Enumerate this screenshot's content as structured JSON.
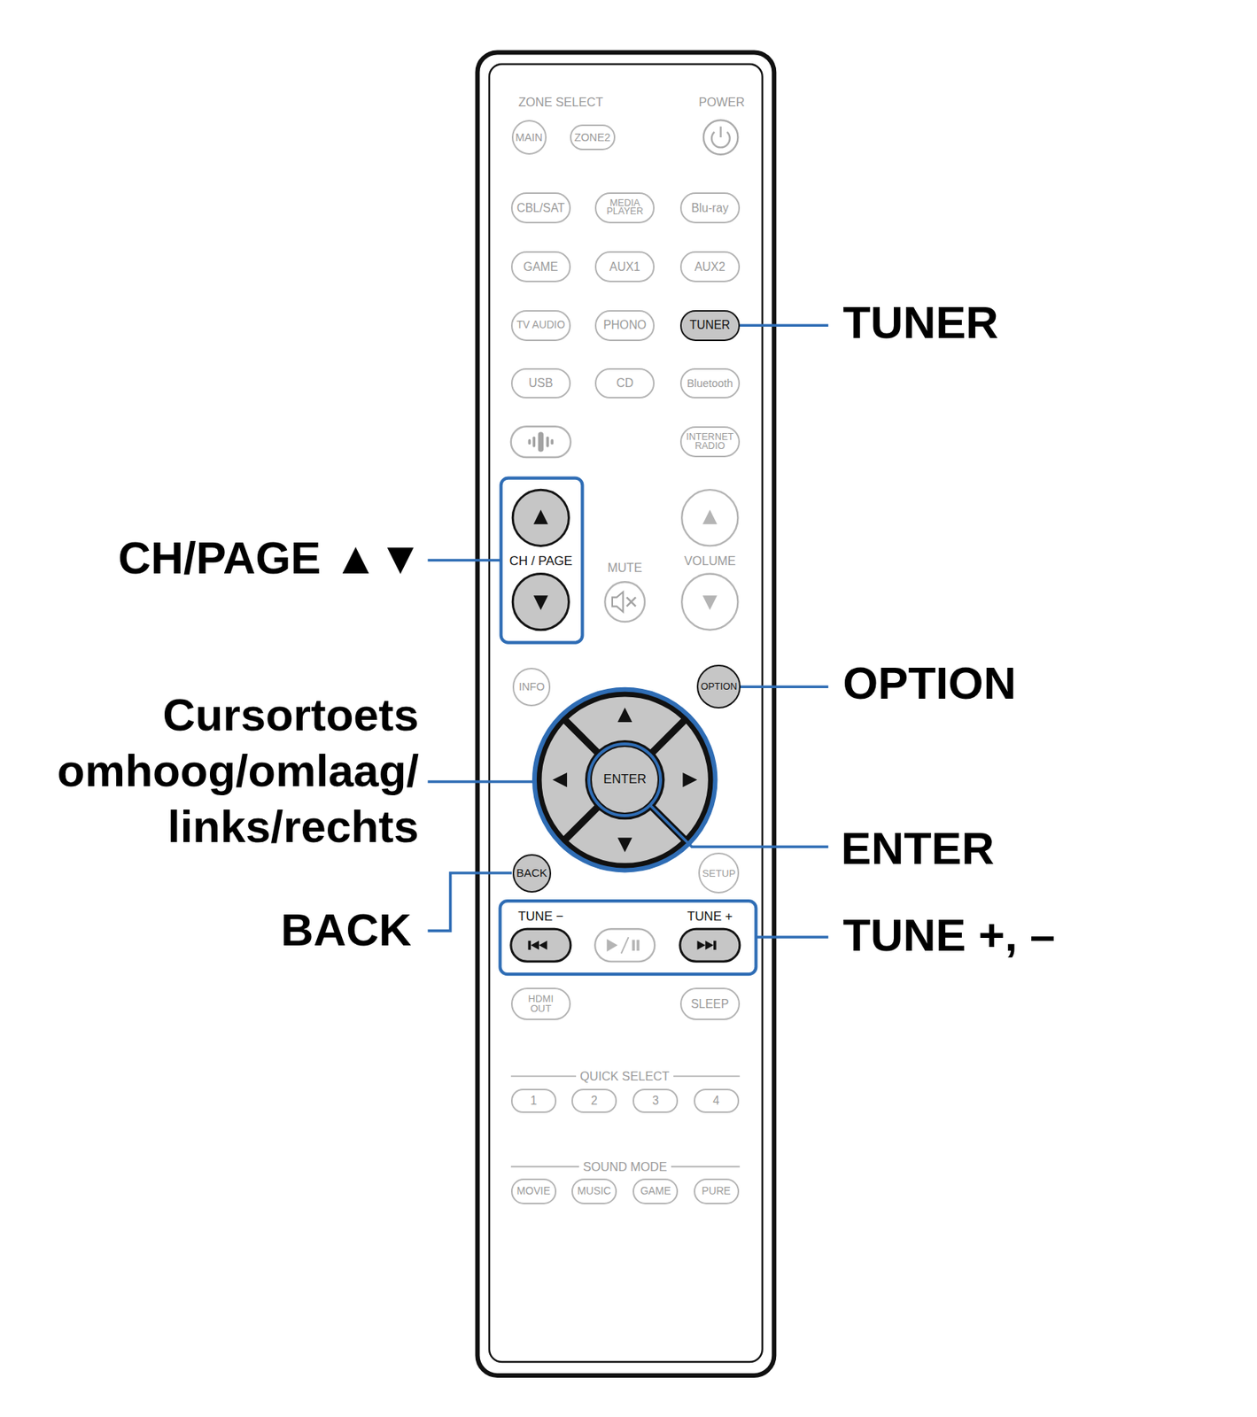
{
  "diagram": {
    "nodes": [
      {
        "text": [
          "MAIN"
        ]
      },
      {
        "text": [
          "ZONE2"
        ]
      },
      {
        "text": [
          "CBL/SAT"
        ]
      },
      {
        "text": [
          "MEDIA PLAYER"
        ]
      },
      {
        "text": [
          "Blu-ray"
        ]
      },
      {
        "text": [
          "GAME"
        ]
      },
      {
        "text": [
          "AUX1"
        ]
      },
      {
        "text": [
          "AUX2"
        ]
      },
      {
        "text": [
          "TV AUDIO"
        ]
      },
      {
        "text": [
          "PHONO"
        ]
      },
      {
        "text": [
          "TUNER"
        ]
      },
      {
        "text": [
          "USB"
        ]
      },
      {
        "text": [
          "CD"
        ]
      },
      {
        "text": [
          "Bluetooth"
        ]
      },
      {
        "text": [
          "INTERNET RADIO"
        ]
      },
      {
        "text": [
          "INFO"
        ]
      },
      {
        "text": [
          "OPTION"
        ]
      },
      {
        "text": [
          "ENTER"
        ]
      },
      {
        "text": [
          "BACK"
        ]
      },
      {
        "text": [
          "SETUP"
        ]
      },
      {
        "text": [
          "HDMI OUT"
        ]
      },
      {
        "text": [
          "SLEEP"
        ]
      },
      {
        "text": [
          "1"
        ]
      },
      {
        "text": [
          "2"
        ]
      },
      {
        "text": [
          "3"
        ]
      },
      {
        "text": [
          "4"
        ]
      },
      {
        "text": [
          "MOVIE"
        ]
      },
      {
        "text": [
          "MUSIC"
        ]
      },
      {
        "text": [
          "GAME"
        ]
      },
      {
        "text": [
          "PURE"
        ]
      }
    ],
    "labels": [
      "ZONE SELECT",
      "POWER",
      "CH / PAGE",
      "MUTE",
      "VOLUME",
      "TUNE −",
      "TUNE +",
      "QUICK SELECT",
      "SOUND MODE",
      "TUNER",
      "CH/PAGE ▲▼",
      "OPTION",
      "Cursortoets omhoog/omlaag/ links/rechts",
      "ENTER",
      "BACK",
      "TUNE +, –"
    ]
  }
}
